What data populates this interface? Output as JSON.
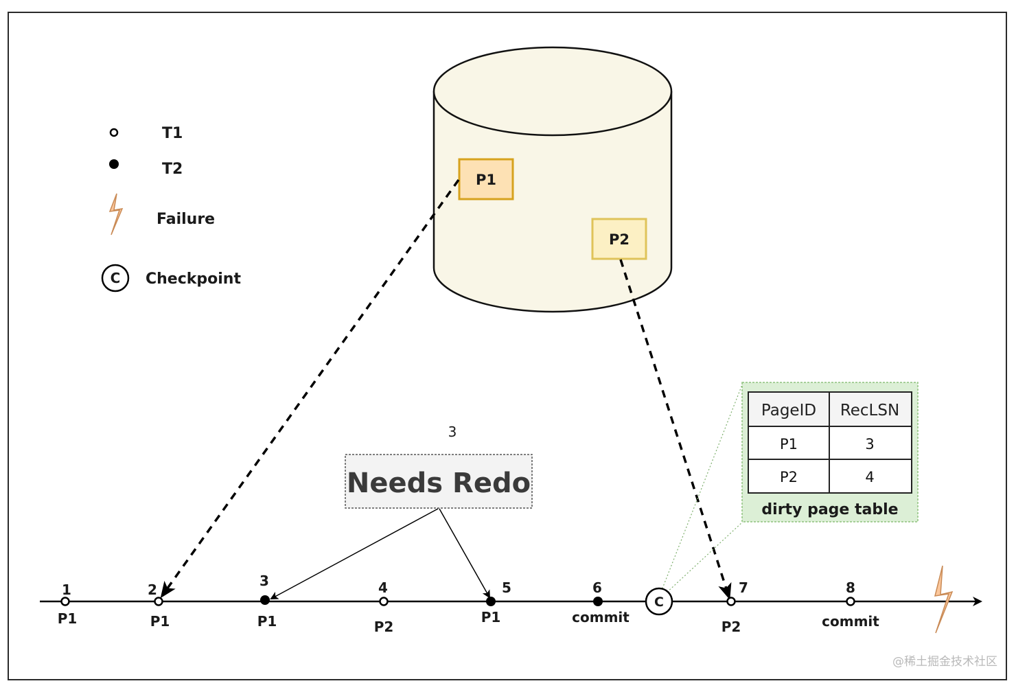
{
  "legend": {
    "t1": "T1",
    "t2": "T2",
    "failure": "Failure",
    "checkpoint_symbol": "C",
    "checkpoint": "Checkpoint"
  },
  "database": {
    "pages": [
      "P1",
      "P2"
    ],
    "colors": {
      "cylinder": "#f9f6e7",
      "p1_fill": "#fde1b4",
      "p1_border": "#d6a21e",
      "p2_fill": "#fcf0c4",
      "p2_border": "#dfc35a"
    }
  },
  "timeline": {
    "events": [
      {
        "lsn": "1",
        "page": "P1",
        "txn": "T1"
      },
      {
        "lsn": "2",
        "page": "P1",
        "txn": "T1"
      },
      {
        "lsn": "3",
        "page": "P1",
        "txn": "T2"
      },
      {
        "lsn": "4",
        "page": "P2",
        "txn": "T1"
      },
      {
        "lsn": "5",
        "page": "P1",
        "txn": "T2"
      },
      {
        "lsn": "6",
        "page": "commit",
        "txn": "T2"
      },
      {
        "lsn": "7",
        "page": "P2",
        "txn": "T1"
      },
      {
        "lsn": "8",
        "page": "commit",
        "txn": "T1"
      }
    ],
    "checkpoint_symbol": "C"
  },
  "redo": {
    "label": "Needs Redo",
    "number": "3"
  },
  "dirty_page_table": {
    "headers": [
      "PageID",
      "RecLSN"
    ],
    "rows": [
      [
        "P1",
        "3"
      ],
      [
        "P2",
        "4"
      ]
    ],
    "caption": "dirty page table",
    "colors": {
      "background": "#dcefd6",
      "border": "#8ec27d"
    }
  },
  "watermark": "@稀土掘金技术社区"
}
